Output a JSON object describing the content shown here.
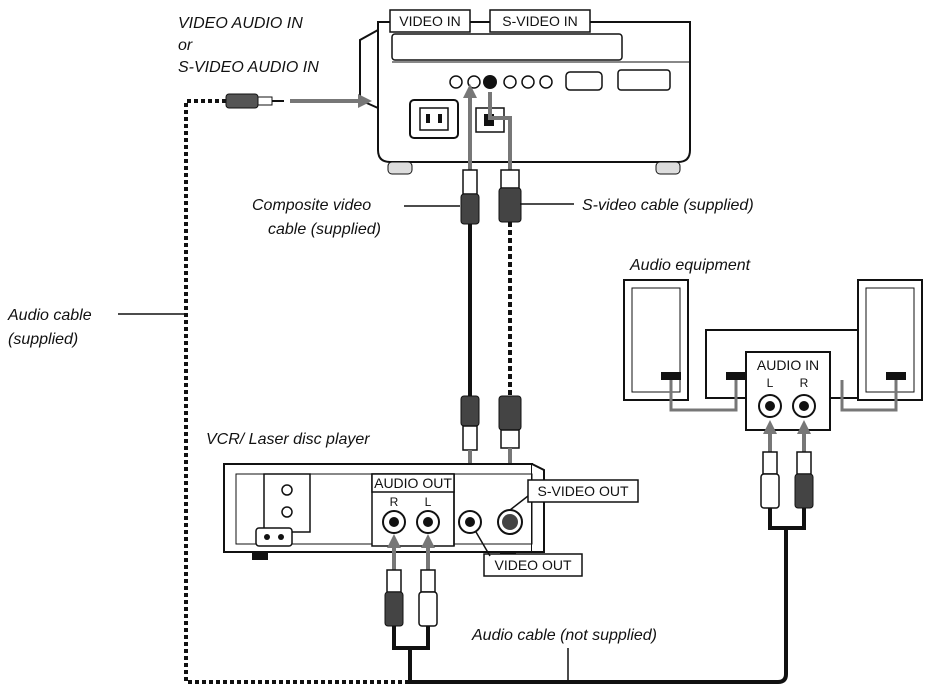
{
  "labels": {
    "video_audio_in": "VIDEO AUDIO IN",
    "or": "or",
    "svideo_audio_in": "S-VIDEO AUDIO IN",
    "video_in": "VIDEO IN",
    "svideo_in": "S-VIDEO IN",
    "composite_line1": "Composite video",
    "composite_line2": "cable (supplied)",
    "svideo_cable": "S-video cable (supplied)",
    "audio_equipment": "Audio equipment",
    "audio_cable_line1": "Audio cable",
    "audio_cable_line2": "(supplied)",
    "vcr": "VCR/ Laser disc player",
    "audio_out": "AUDIO OUT",
    "audio_out_r": "R",
    "audio_out_l": "L",
    "svideo_out": "S-VIDEO OUT",
    "video_out": "VIDEO OUT",
    "audio_in": "AUDIO IN",
    "audio_in_l": "L",
    "audio_in_r": "R",
    "audio_cable_not_supplied": "Audio cable (not supplied)"
  },
  "colors": {
    "ink": "#111111",
    "arrow_gray": "#777777",
    "device_fill": "#ffffff",
    "shade": "#dddddd"
  }
}
